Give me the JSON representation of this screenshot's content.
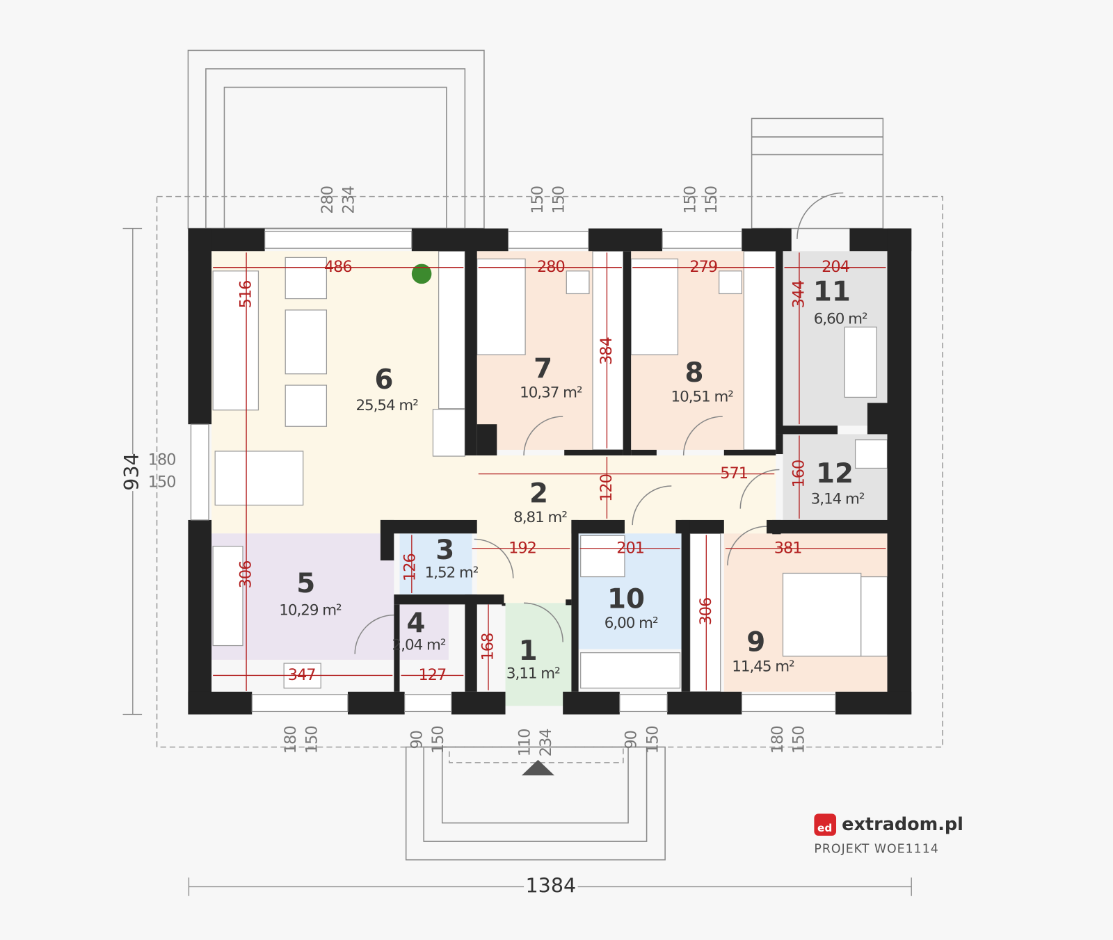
{
  "plan": {
    "rooms": [
      {
        "number": "6",
        "area": "25,54 m²"
      },
      {
        "number": "7",
        "area": "10,37 m²"
      },
      {
        "number": "8",
        "area": "10,51 m²"
      },
      {
        "number": "11",
        "area": "6,60 m²"
      },
      {
        "number": "12",
        "area": "3,14 m²"
      },
      {
        "number": "2",
        "area": "8,81 m²"
      },
      {
        "number": "3",
        "area": "1,52 m²"
      },
      {
        "number": "5",
        "area": "10,29 m²"
      },
      {
        "number": "4",
        "area": "2,04 m²"
      },
      {
        "number": "1",
        "area": "3,11 m²"
      },
      {
        "number": "10",
        "area": "6,00 m²"
      },
      {
        "number": "9",
        "area": "11,45 m²"
      }
    ],
    "room_dims": [
      "486",
      "516",
      "280",
      "384",
      "279",
      "204",
      "344",
      "571",
      "120",
      "160",
      "192",
      "201",
      "381",
      "126",
      "306",
      "306",
      "168",
      "347",
      "127"
    ],
    "opening_dims": [
      "280",
      "234",
      "150",
      "150",
      "150",
      "150",
      "180",
      "150",
      "90",
      "150",
      "110",
      "234",
      "90",
      "150",
      "180",
      "150",
      "180",
      "150"
    ],
    "overall": {
      "height": "934",
      "width": "1384"
    },
    "colors": {
      "wall": "#232323",
      "dim_red": "#b32020",
      "living": "#fdf7e7",
      "bedroom": "#fbe8da",
      "kitchen": "#ebe4f0",
      "bath": "#dcebf9",
      "entry": "#e0f0df",
      "utility": "#e3e3e3"
    }
  },
  "branding": {
    "logo": "extradom.pl",
    "logo_badge": "ed",
    "project": "PROJEKT WOE1114"
  }
}
